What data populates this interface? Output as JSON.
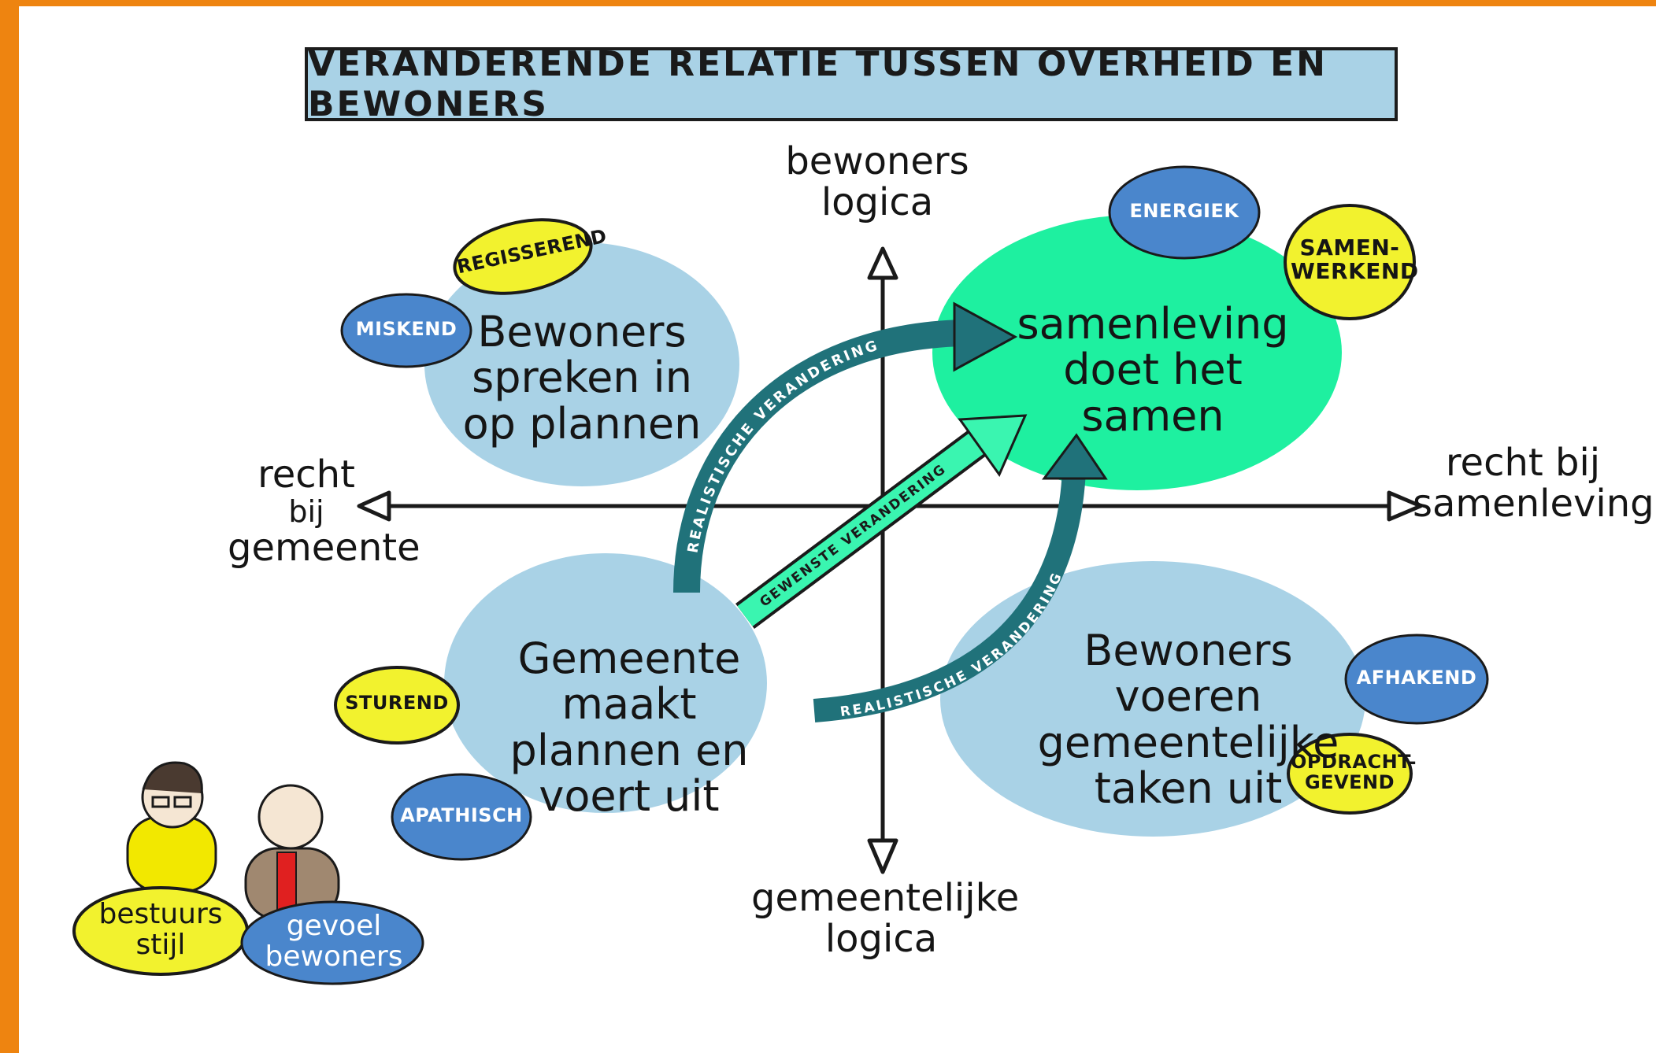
{
  "title": "VERANDERENDE RELATIE TUSSEN OVERHEID EN BEWONERS",
  "axes": {
    "top": [
      "bewoners",
      "logica"
    ],
    "bottom": [
      "gemeentelijke",
      "logica"
    ],
    "left": [
      "recht",
      "bij",
      "gemeente"
    ],
    "right": [
      "recht bij",
      "samenleving"
    ]
  },
  "quadrants": {
    "top_left": [
      "Bewoners",
      "spreken in",
      "op plannen"
    ],
    "top_right": [
      "samenleving",
      "doet het samen"
    ],
    "bottom_left": [
      "Gemeente maakt",
      "plannen en",
      "voert uit"
    ],
    "bottom_right": [
      "Bewoners voeren",
      "gemeentelijke",
      "taken uit"
    ]
  },
  "styles": {
    "top_left": "REGISSEREND",
    "top_right": [
      "SAMEN-",
      "WERKEND"
    ],
    "bottom_left": "STUREND",
    "bottom_right": [
      "OPDRACHT-",
      "GEVEND"
    ]
  },
  "feelings": {
    "top_left": "MISKEND",
    "top_right": "ENERGIEK",
    "bottom_left": "APATHISCH",
    "bottom_right": "AFHAKEND"
  },
  "arrows": {
    "realistic_top": "REALISTISCHE VERANDERING",
    "desired": "GEWENSTE VERANDERING",
    "realistic_bottom": "REALISTISCHE VERANDERING"
  },
  "legend": {
    "style": [
      "bestuurs",
      "stijl"
    ],
    "feeling": [
      "gevoel",
      "bewoners"
    ]
  },
  "colors": {
    "frame": "#EE8410",
    "quadrant_blob": "#A9D2E6",
    "target_blob": "#1EF0A0",
    "style_badge": "#F2F22E",
    "feeling_cloud": "#4A86CC",
    "realistic_arrow": "#20727A",
    "desired_arrow": "#3AF5B0"
  }
}
